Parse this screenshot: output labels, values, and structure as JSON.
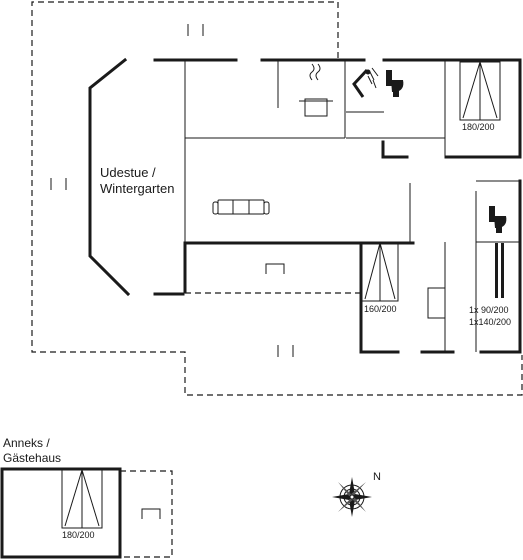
{
  "rooms": {
    "sunroom_label_line1": "Udestue /",
    "sunroom_label_line2": "Wintergarten",
    "bed1_size": "180/200",
    "bed2_size": "160/200",
    "bed3_line1": "1x  90/200",
    "bed3_line2": "1x140/200",
    "annex_label_line1": "Anneks /",
    "annex_label_line2": "Gästehaus",
    "annex_bed_size": "180/200"
  },
  "compass": {
    "north_label": "N"
  }
}
